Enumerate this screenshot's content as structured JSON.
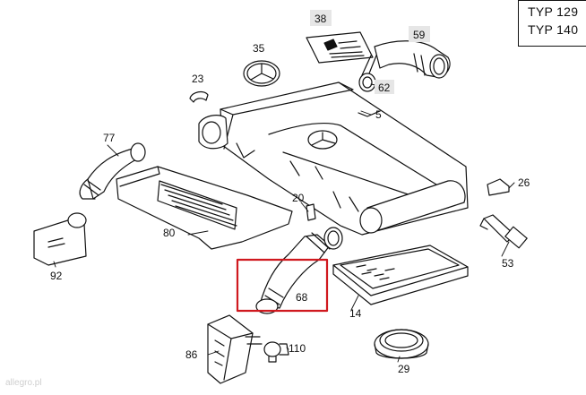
{
  "types": [
    "TYP 129",
    "TYP 140"
  ],
  "callouts": {
    "p38": "38",
    "p59": "59",
    "p35": "35",
    "p62": "62",
    "p23": "23",
    "p5": "5",
    "p77": "77",
    "p20": "20",
    "p26": "26",
    "p80": "80",
    "p53": "53",
    "p92": "92",
    "p68": "68",
    "p14": "14",
    "p86": "86",
    "p110": "110",
    "p29": "29"
  },
  "highlight": {
    "part": "68",
    "color": "#d0191f"
  },
  "watermark": "allegro.pl"
}
